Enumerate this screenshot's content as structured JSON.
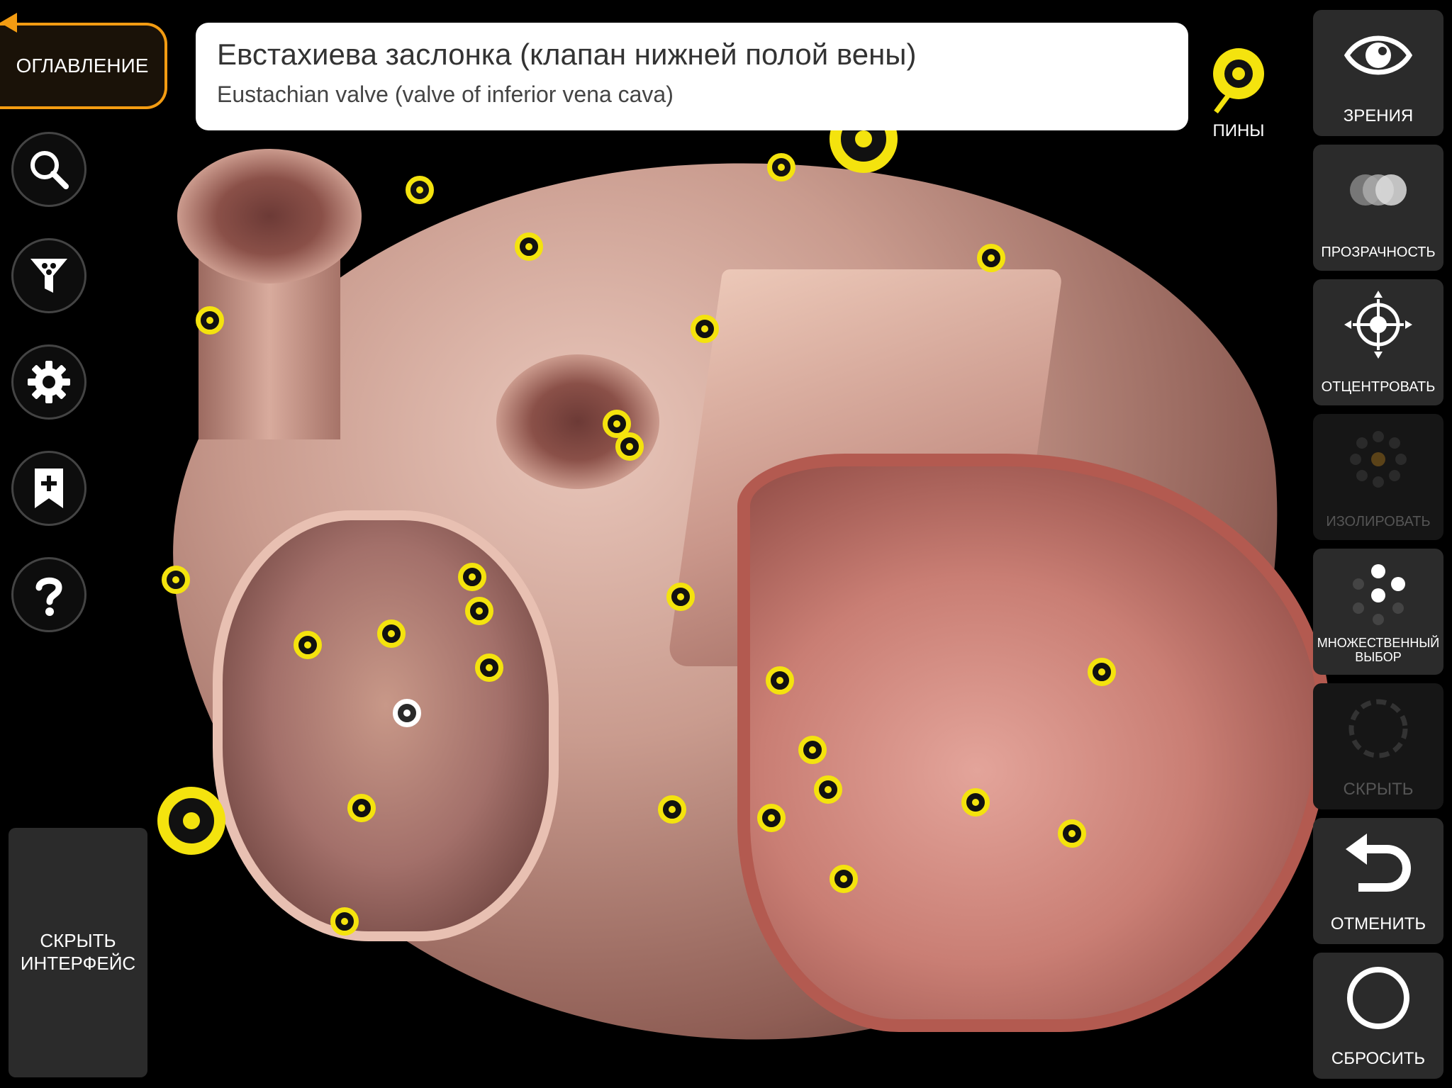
{
  "structure": {
    "title_ru": "Евстахиева заслонка (клапан нижней полой вены)",
    "title_en": "Eustachian valve (valve of inferior vena cava)"
  },
  "nav": {
    "contents_label": "ОГЛАВЛЕНИЕ",
    "hide_interface_label": "СКРЫТЬ ИНТЕРФЕЙС"
  },
  "left_toolbar": [
    {
      "name": "search-icon"
    },
    {
      "name": "filter-icon"
    },
    {
      "name": "gear-icon"
    },
    {
      "name": "bookmark-add-icon"
    },
    {
      "name": "help-icon"
    }
  ],
  "pins_toggle": {
    "label": "ПИНЫ",
    "icon": "pin-icon",
    "active": true,
    "color": "#f4e30e"
  },
  "right_toolbar": {
    "view_label": "ЗРЕНИЯ",
    "transparency_label": "ПРОЗРАЧНОСТЬ",
    "center_label": "ОТЦЕНТРОВАТЬ",
    "isolate_label": "ИЗОЛИРОВАТЬ",
    "multi_select_label": "МНОЖЕСТВЕННЫЙ ВЫБОР",
    "hide_label": "СКРЫТЬ",
    "undo_label": "ОТМЕНИТЬ",
    "reset_label": "СБРОСИТЬ"
  },
  "colors": {
    "pin": "#f4e30e",
    "contents_accent": "#f39c12",
    "panel_button": "#2b2b2b"
  }
}
